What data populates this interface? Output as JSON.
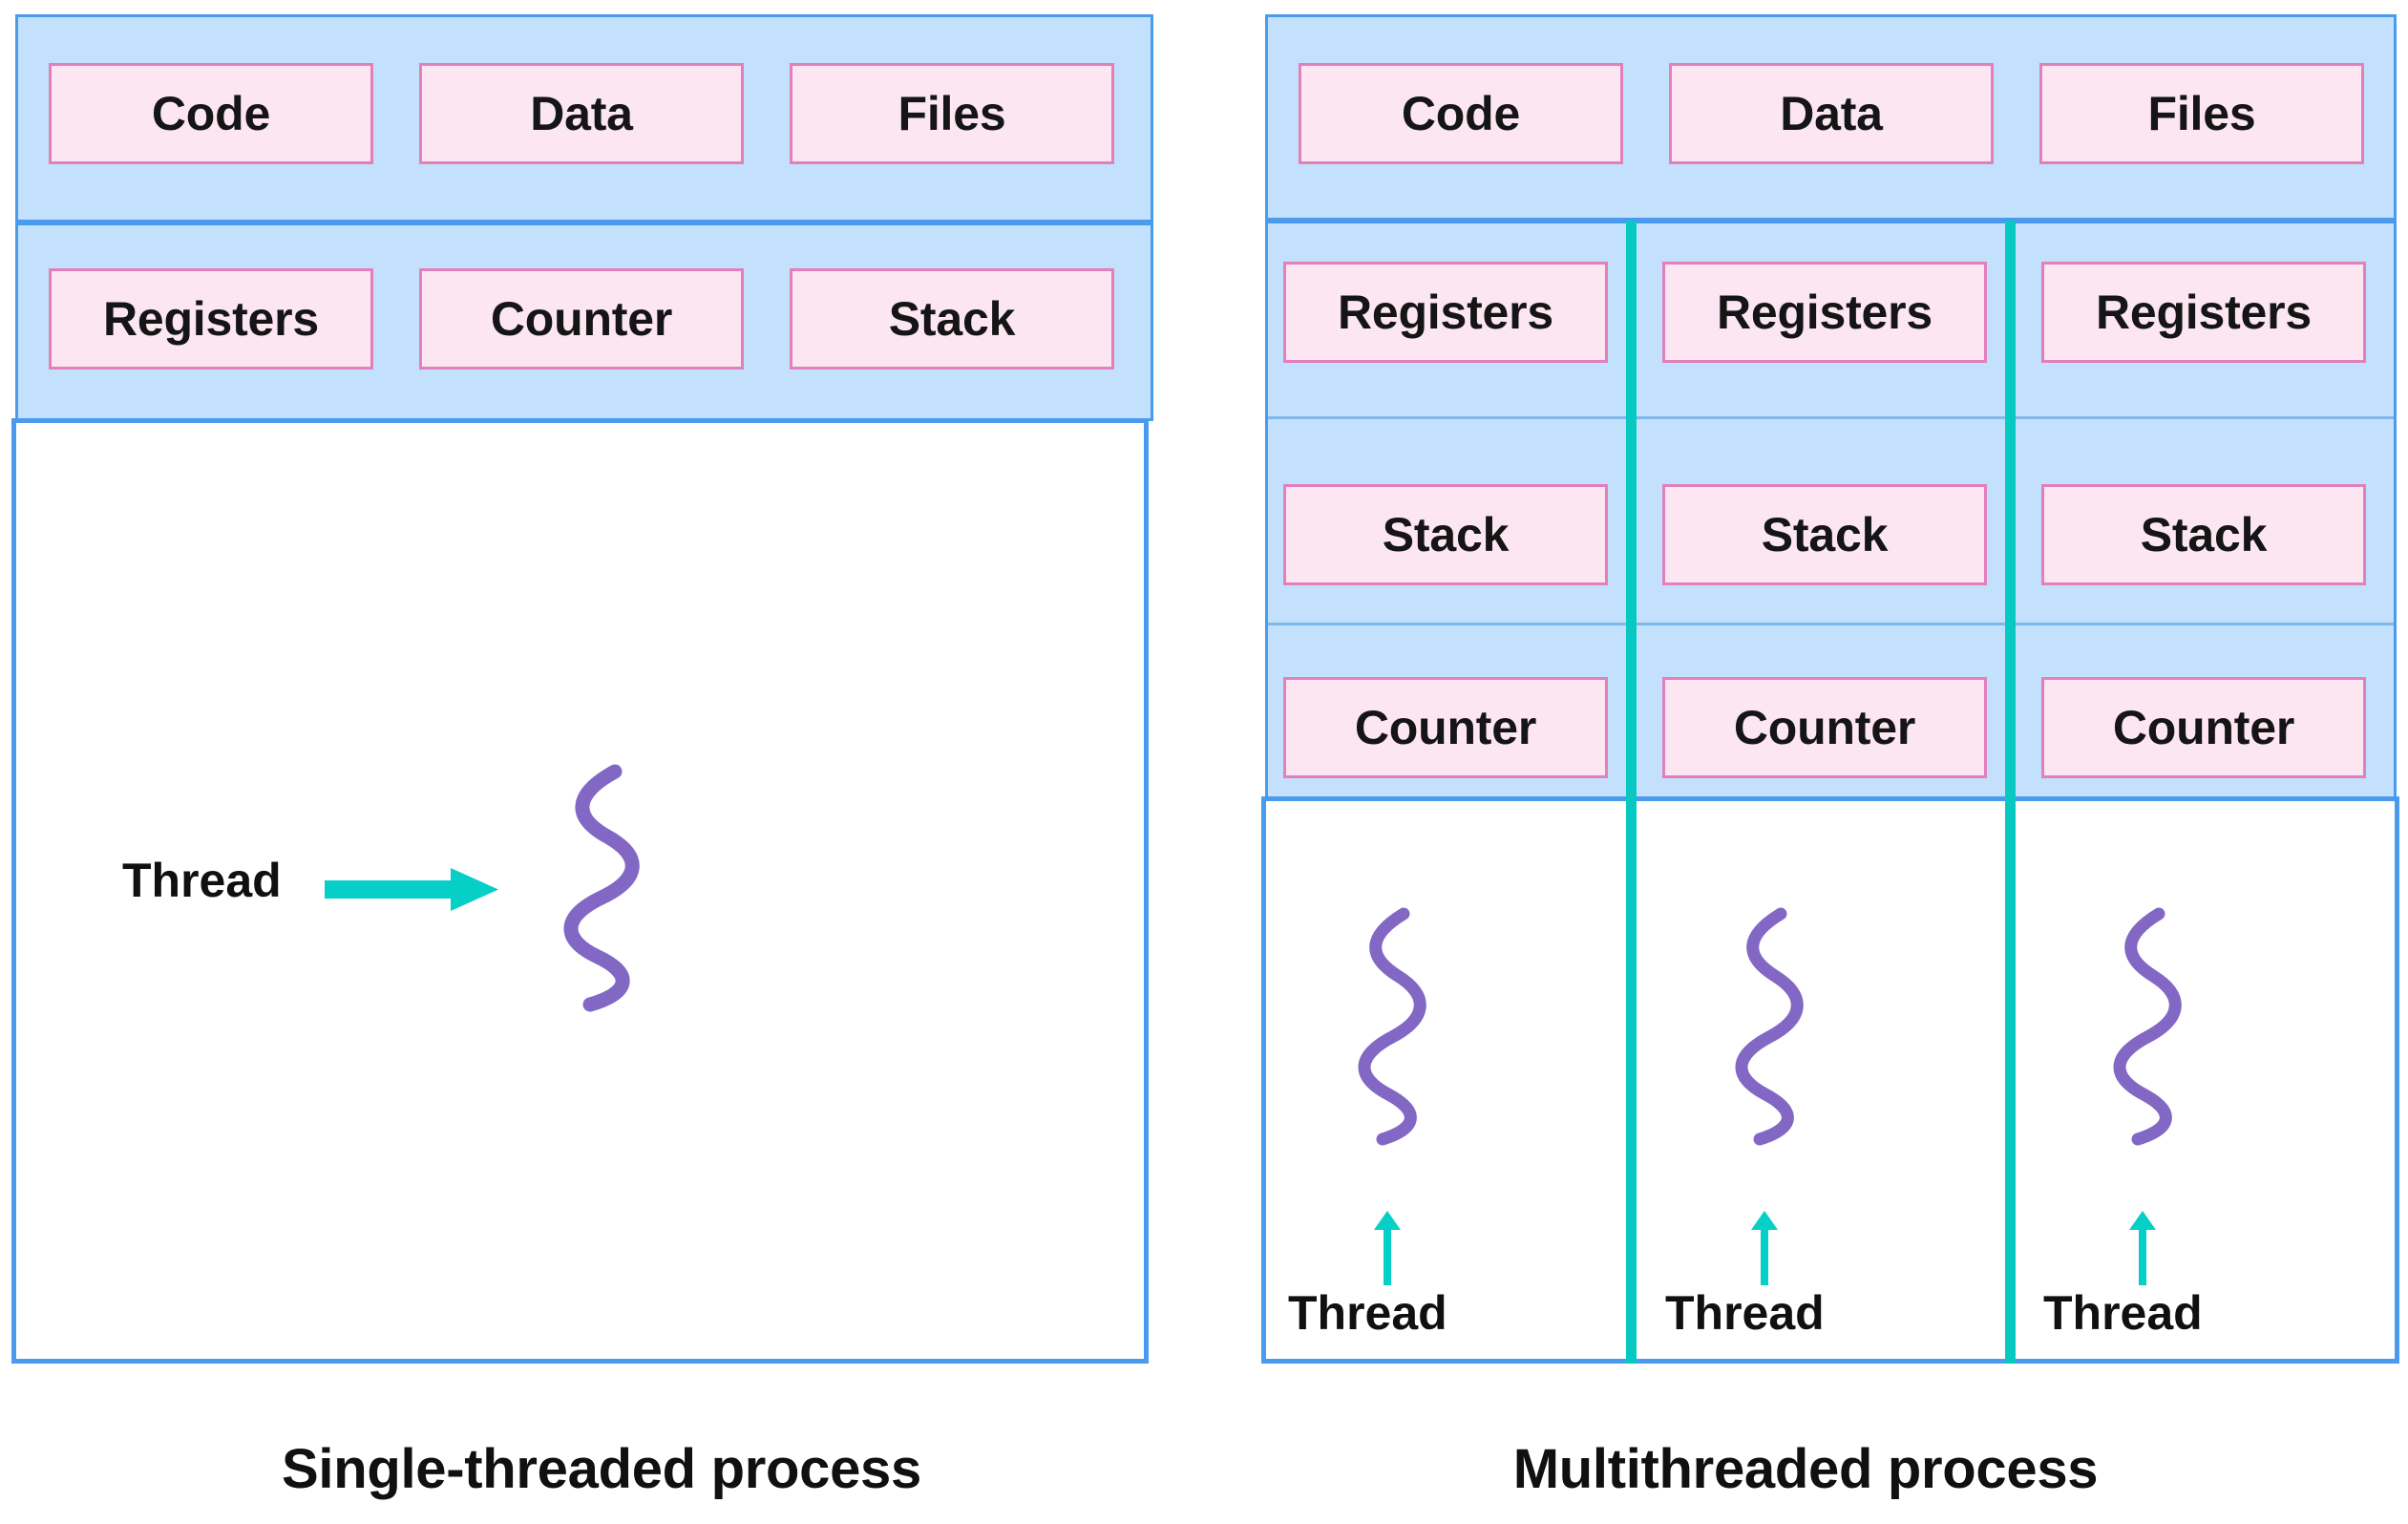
{
  "diagram": {
    "title_left": "Single-threaded process",
    "title_right": "Multithreaded process",
    "colors": {
      "panel_fill": "#c3e1fc",
      "panel_border": "#4a9bee",
      "cell_fill": "#fce6f1",
      "cell_border": "#e37fbb",
      "divider_cyan": "#08c9c2",
      "divider_blue": "#7fb8ea",
      "thread_purple": "#8268c4",
      "arrow_cyan": "#06cfc8",
      "text": "#101010",
      "background": "#ffffff"
    }
  },
  "single_threaded": {
    "shared_row": {
      "cells": [
        "Code",
        "Data",
        "Files"
      ]
    },
    "thread_state_row": {
      "cells": [
        "Registers",
        "Counter",
        "Stack"
      ]
    },
    "thread_area": {
      "label": "Thread",
      "arrow": "arrow-right-icon",
      "squiggle": "thread-squiggle-icon",
      "count": 1
    }
  },
  "multi_threaded": {
    "shared_row": {
      "cells": [
        "Code",
        "Data",
        "Files"
      ]
    },
    "per_thread_rows": [
      {
        "name": "registers",
        "cells": [
          "Registers",
          "Registers",
          "Registers"
        ]
      },
      {
        "name": "stack",
        "cells": [
          "Stack",
          "Stack",
          "Stack"
        ]
      },
      {
        "name": "counter",
        "cells": [
          "Counter",
          "Counter",
          "Counter"
        ]
      }
    ],
    "thread_area": {
      "labels": [
        "Thread",
        "Thread",
        "Thread"
      ],
      "arrow": "arrow-up-icon",
      "squiggle": "thread-squiggle-icon",
      "count": 3
    }
  }
}
